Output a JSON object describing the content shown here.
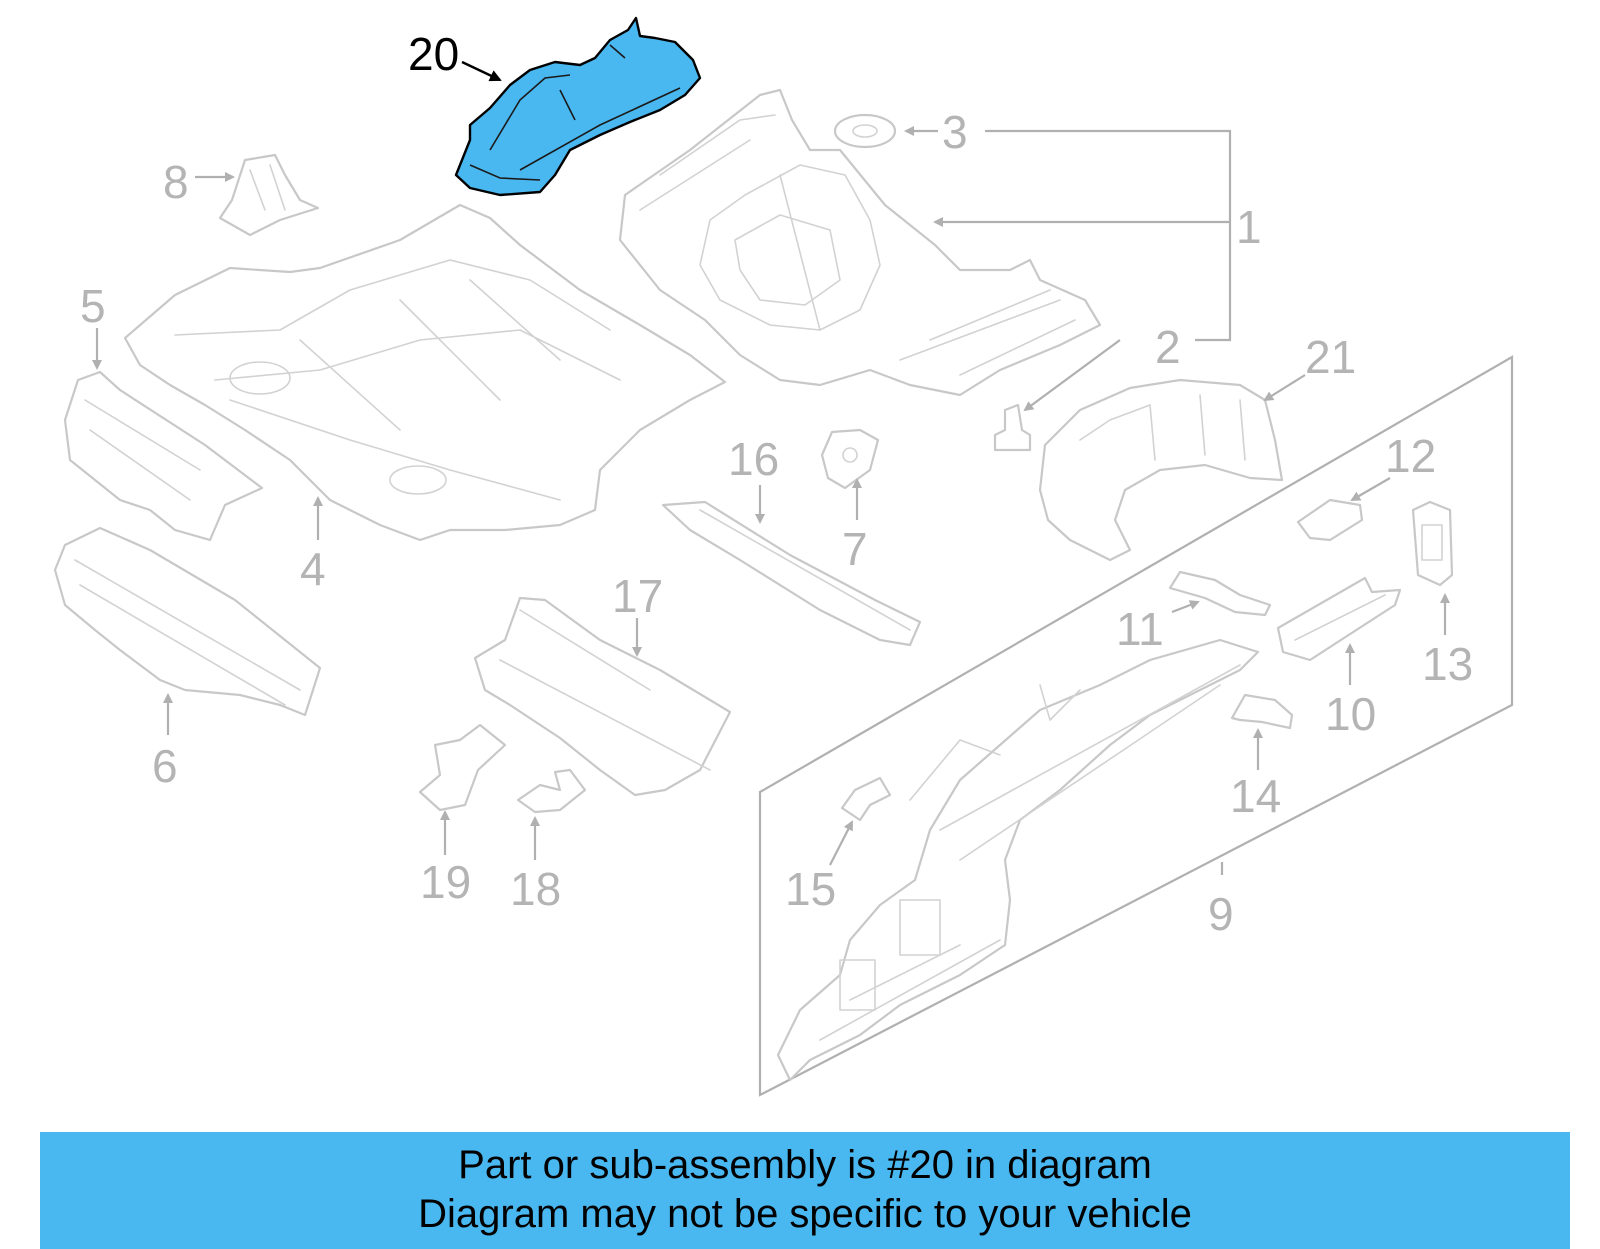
{
  "diagram": {
    "highlighted_part": "20",
    "callouts": [
      "20",
      "3",
      "1",
      "2",
      "21",
      "8",
      "5",
      "4",
      "6",
      "16",
      "7",
      "17",
      "12",
      "13",
      "11",
      "10",
      "14",
      "19",
      "18",
      "15",
      "9"
    ]
  },
  "banner": {
    "line1": "Part or sub-assembly is #20 in diagram",
    "line2": "Diagram may not be specific to your vehicle",
    "color": "#4ab8f0"
  }
}
